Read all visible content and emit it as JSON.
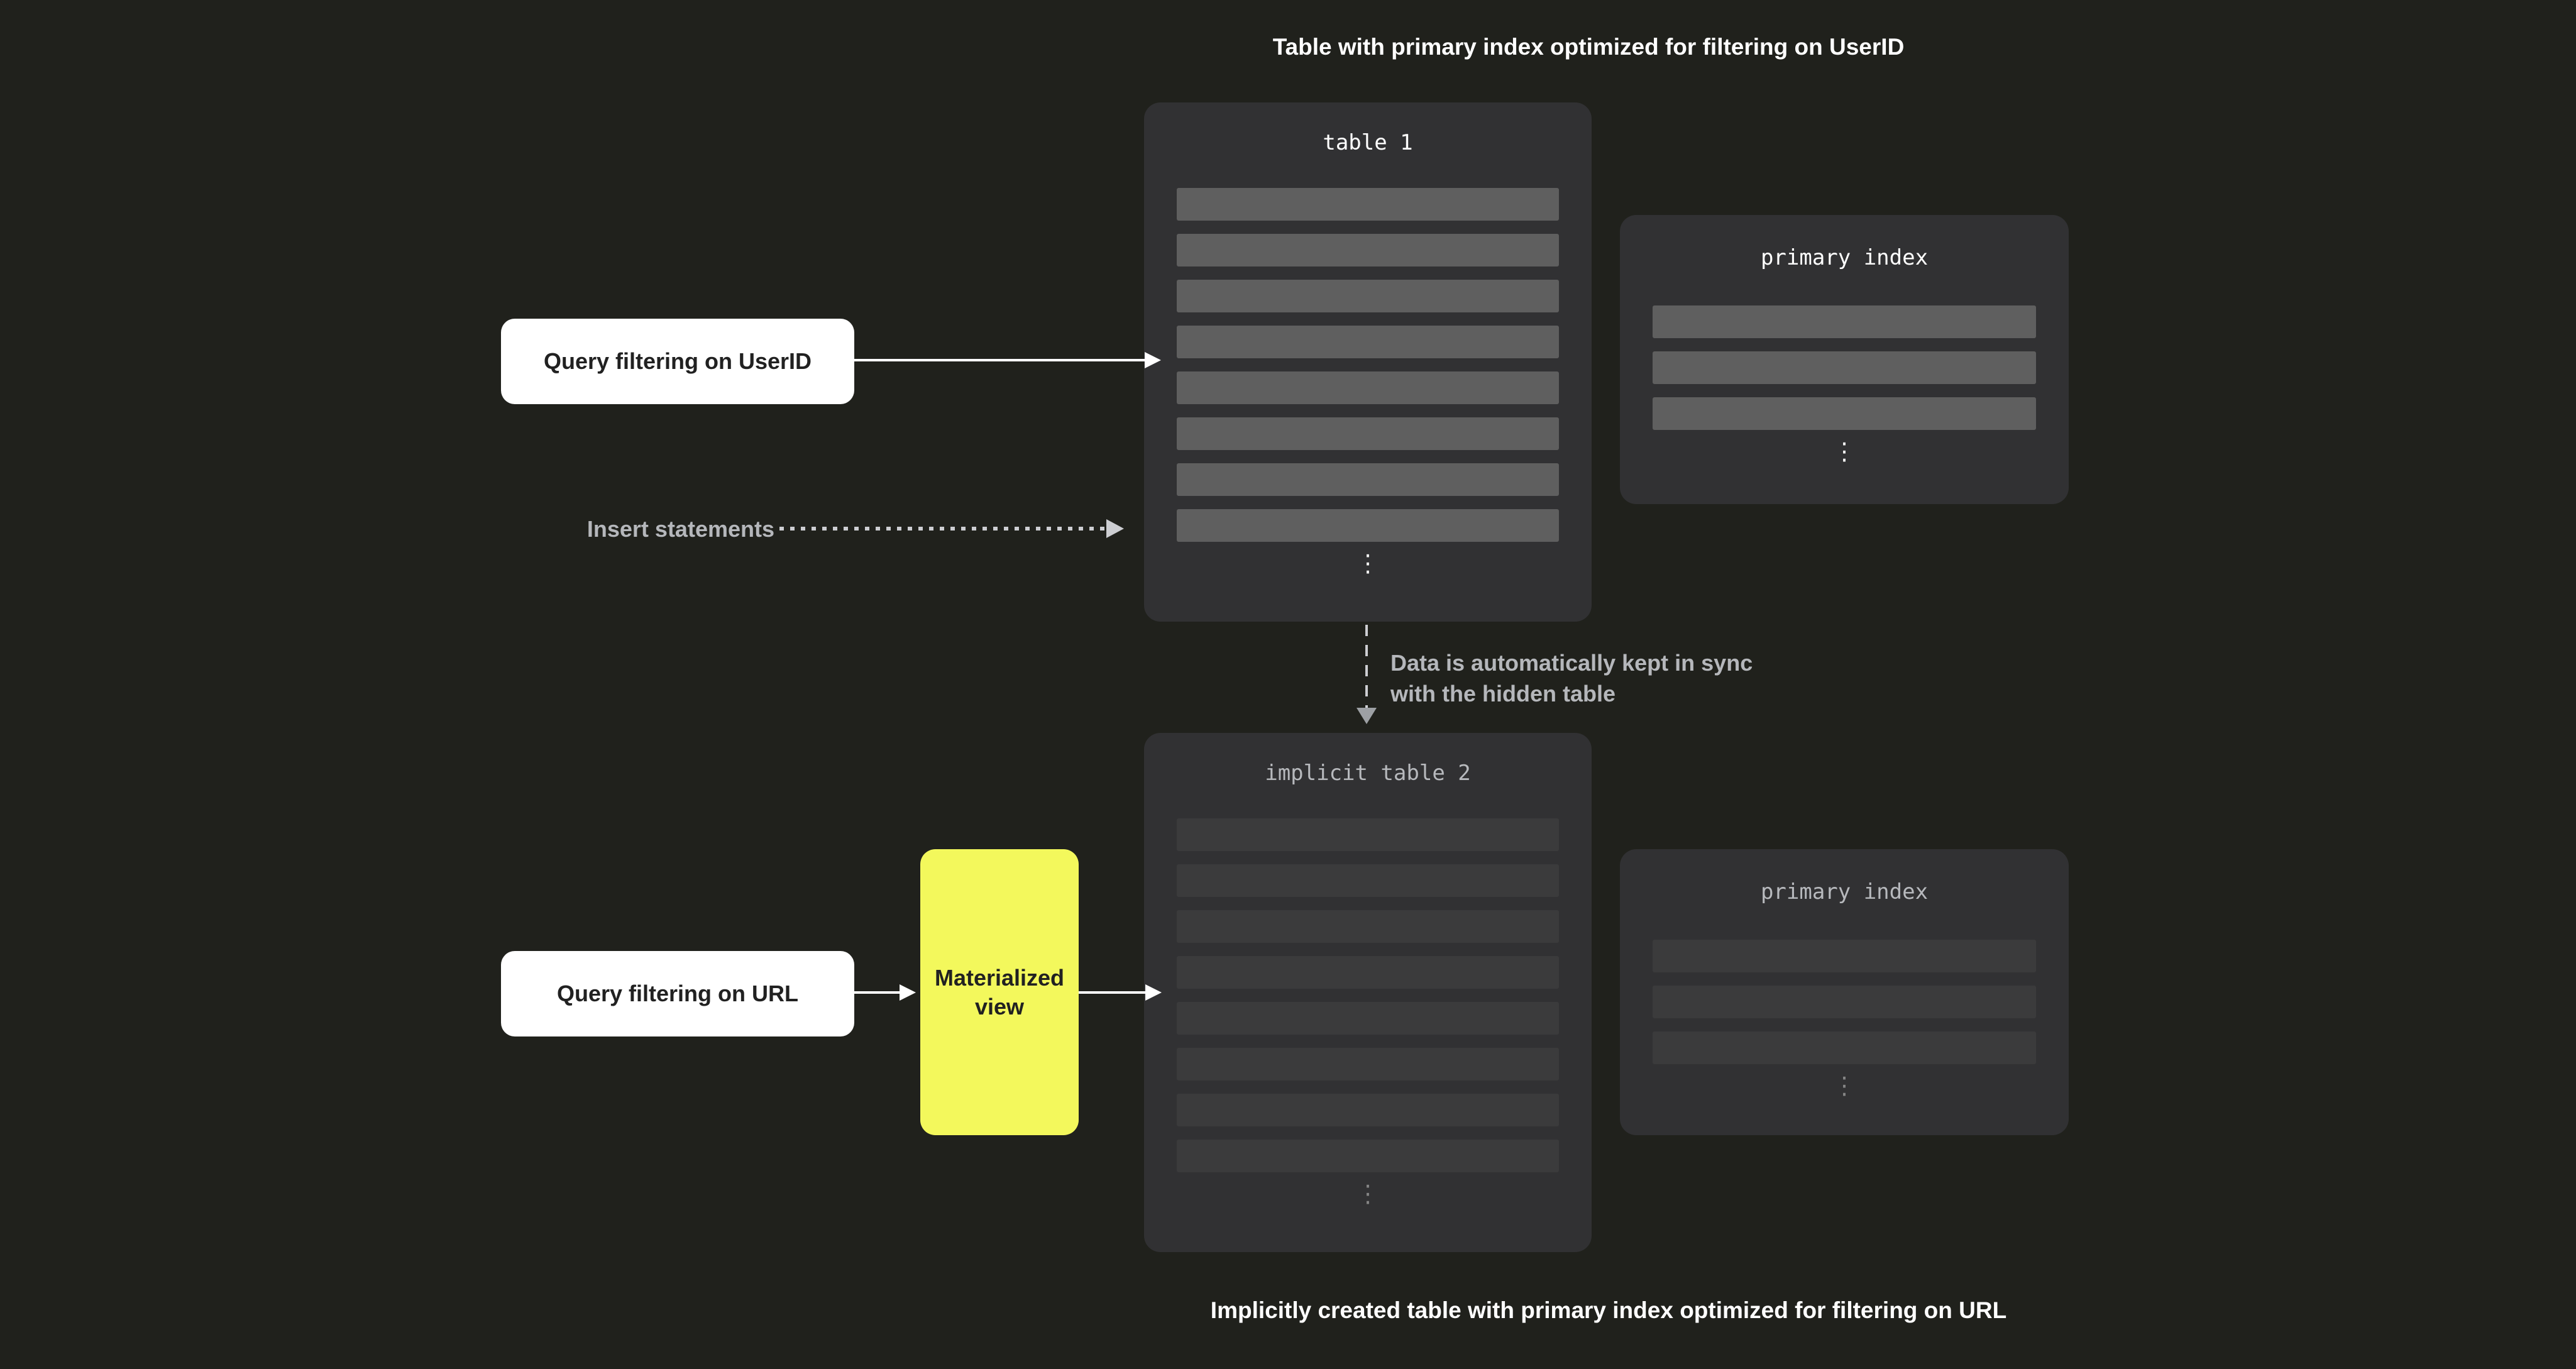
{
  "captions": {
    "top": "Table with primary index optimized for filtering on UserID",
    "bottom": "Implicitly created table with primary index optimized for filtering on URL"
  },
  "labels": {
    "query_userid": "Query filtering on UserID",
    "query_url": "Query filtering on URL",
    "materialized_view": "Materialized view",
    "insert_statements": "Insert statements",
    "sync_line1": "Data is automatically kept in sync",
    "sync_line2": "with the hidden table"
  },
  "panels": {
    "table1": {
      "title": "table 1",
      "row_count": 8,
      "ellipsis": "⋮"
    },
    "primary_index_top": {
      "title": "primary index",
      "row_count": 3,
      "ellipsis": "⋮"
    },
    "table2": {
      "title": "implicit table 2",
      "row_count": 8,
      "ellipsis": "⋮"
    },
    "primary_index_bottom": {
      "title": "primary index",
      "row_count": 3,
      "ellipsis": "⋮"
    }
  },
  "colors": {
    "background": "#20211c",
    "panel": "#313133",
    "row_bright": "#5f5f5f",
    "row_dim": "#3b3b3c",
    "accent_yellow": "#f3f85c",
    "muted_text": "#b5b7bb",
    "arrow_white": "#ffffff",
    "arrow_gray": "#cdced2",
    "button_text": "#212121"
  }
}
